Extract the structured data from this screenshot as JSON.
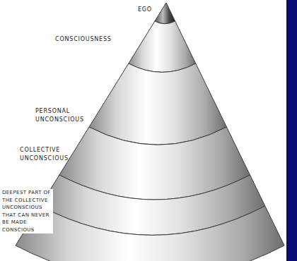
{
  "diagram": {
    "labels": [
      "EGO",
      "CONSCIOUSNESS",
      "PERSONAL UNCONSCIOUS",
      "COLLECTIVE UNCONSCIOUS",
      "DEEPEST PART OF THE COLLECTIVE UNCONSCIOUS THAT CAN NEVER BE MADE CONSCIOUS"
    ]
  }
}
